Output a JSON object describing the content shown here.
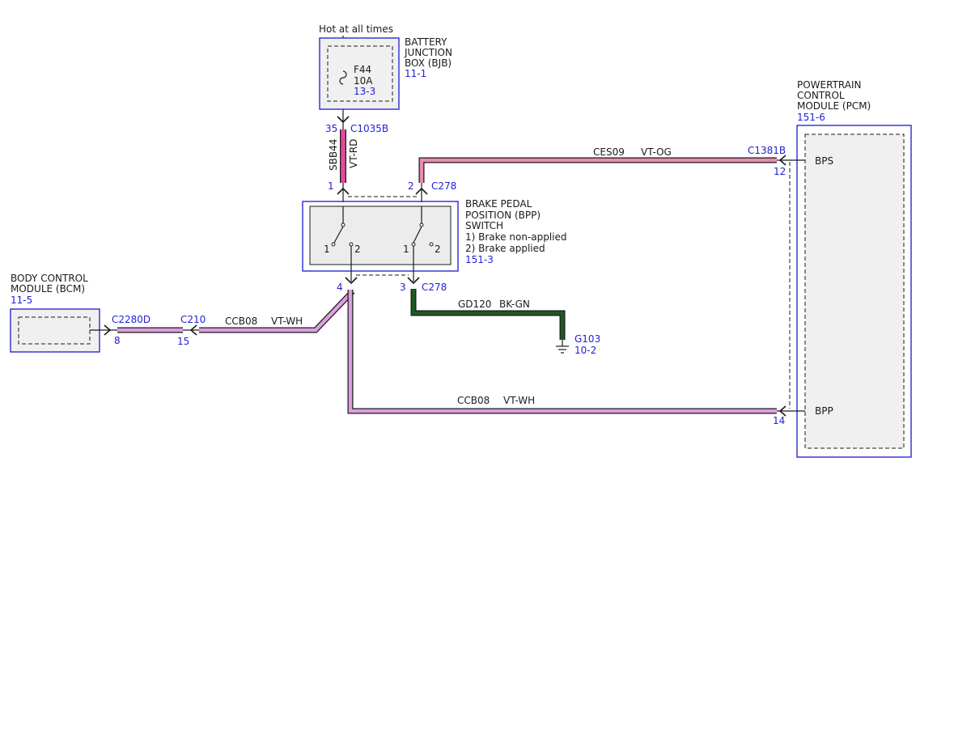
{
  "colors": {
    "label_blue": "#1f1fd6",
    "wire_vt_rd": "#e64a9a",
    "wire_vt_og": "#e98ab4",
    "wire_vt_wh": "#dc9fe0",
    "wire_bk_gn": "#1d5a23"
  },
  "icons": [
    "fuse-icon",
    "ground-icon",
    "connector-arrow-icon",
    "switch-contact-icon"
  ],
  "power": {
    "hot_label": "Hot at all times"
  },
  "bjb": {
    "name_line1": "BATTERY",
    "name_line2": "JUNCTION",
    "name_line3": "BOX (BJB)",
    "ref": "11-1",
    "fuse_name": "F44",
    "fuse_rating": "10A",
    "fuse_ref": "13-3"
  },
  "pcm": {
    "name_line1": "POWERTRAIN",
    "name_line2": "CONTROL",
    "name_line3": "MODULE (PCM)",
    "ref": "151-6",
    "pin_bps": "BPS",
    "pin_bpp": "BPP"
  },
  "bcm": {
    "name_line1": "BODY CONTROL",
    "name_line2": "MODULE (BCM)",
    "ref": "11-5"
  },
  "bpp_switch": {
    "name_line1": "BRAKE PEDAL",
    "name_line2": "POSITION (BPP)",
    "name_line3": "SWITCH",
    "state1": "1) Brake non-applied",
    "state2": "2) Brake applied",
    "ref": "151-3",
    "left_contact_1": "1",
    "left_contact_2": "2",
    "right_contact_1": "1",
    "right_contact_2": "2"
  },
  "connectors": {
    "c1035b": "C1035B",
    "c1035b_pin": "35",
    "c278_top": "C278",
    "c278_bottom": "C278",
    "c1381b": "C1381B",
    "c2280d": "C2280D",
    "c210": "C210",
    "pin_sw_1": "1",
    "pin_sw_2": "2",
    "pin_sw_3": "3",
    "pin_sw_4": "4",
    "pin_pcm_12": "12",
    "pin_pcm_14": "14",
    "pin_bcm_8": "8",
    "pin_c210_15": "15"
  },
  "wires": {
    "sbb44_circuit": "SBB44",
    "sbb44_color": "VT-RD",
    "ces09_circuit": "CES09",
    "ces09_color": "VT-OG",
    "gd120_circuit": "GD120",
    "gd120_color": "BK-GN",
    "ccb08_bcm_circuit": "CCB08",
    "ccb08_bcm_color": "VT-WH",
    "ccb08_pcm_circuit": "CCB08",
    "ccb08_pcm_color": "VT-WH"
  },
  "ground": {
    "name": "G103",
    "ref": "10-2"
  }
}
